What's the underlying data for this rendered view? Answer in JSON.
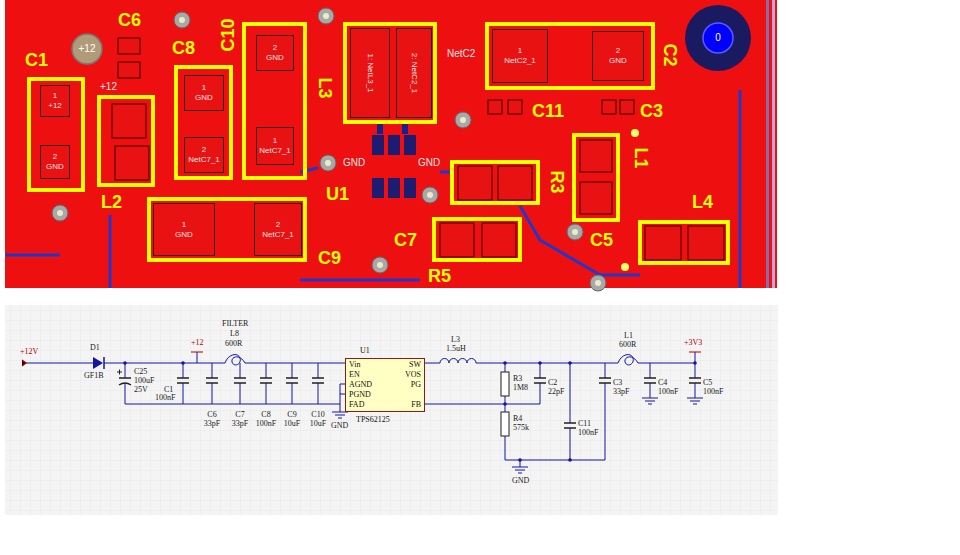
{
  "diagram": {
    "nodes": [
      {
        "text": [
          "C1"
        ]
      },
      {
        "text": [
          "1",
          "+12"
        ],
        "in": 0
      },
      {
        "text": [
          "2",
          "GND"
        ],
        "in": 0
      },
      {
        "text": [
          "L2"
        ]
      },
      {
        "text": [
          "C8"
        ]
      },
      {
        "text": [
          "1",
          "GND"
        ],
        "in": 4
      },
      {
        "text": [
          "2",
          "NetC7_1"
        ],
        "in": 4
      },
      {
        "text": [
          "C10"
        ]
      },
      {
        "text": [
          "2",
          "GND"
        ],
        "in": 7
      },
      {
        "text": [
          "1",
          "NetC7_1"
        ],
        "in": 7
      },
      {
        "text": [
          "L3"
        ]
      },
      {
        "text": [
          "1: NetL3_1"
        ],
        "in": 10
      },
      {
        "text": [
          "2: NetC2_1"
        ],
        "in": 10
      },
      {
        "text": [
          "C2"
        ]
      },
      {
        "text": [
          "1",
          "NetC2_1"
        ],
        "in": 13
      },
      {
        "text": [
          "2",
          "GND"
        ],
        "in": 13
      },
      {
        "text": [
          "L1"
        ]
      },
      {
        "text": [
          "R3"
        ]
      },
      {
        "text": [
          "C9"
        ]
      },
      {
        "text": [
          "1",
          "GND"
        ],
        "in": 18
      },
      {
        "text": [
          "2",
          "NetC7_1"
        ],
        "in": 18
      },
      {
        "text": [
          "C7"
        ]
      },
      {
        "text": [
          "L4"
        ]
      },
      {
        "text": [
          "U1",
          "Vin",
          "EN",
          "AGND",
          "PGND",
          "FAD",
          "SW",
          "VOS",
          "PG",
          "FB",
          "TPS62125"
        ]
      }
    ],
    "labels": [
      "C6",
      "+12",
      "+12",
      "NetC2",
      "C11",
      "C3",
      "GND",
      "GND",
      "U1",
      "C5",
      "R5",
      "0",
      "+12V",
      "D1",
      "GF1B",
      "C25",
      "100uF",
      "25V",
      "C1",
      "100nF",
      "FILTER",
      "L8",
      "600R",
      "+12",
      "C6",
      "33pF",
      "C7",
      "33pF",
      "C8",
      "100nF",
      "C9",
      "10uF",
      "C10",
      "10uF",
      "GND",
      "L3",
      "1.5uH",
      "R3",
      "1M8",
      "R4",
      "575k",
      "C2",
      "22pF",
      "C11",
      "100nF",
      "C3",
      "33pF",
      "GND",
      "L1",
      "600R",
      "+3V3",
      "C4",
      "100nF",
      "C5",
      "100nF"
    ]
  }
}
